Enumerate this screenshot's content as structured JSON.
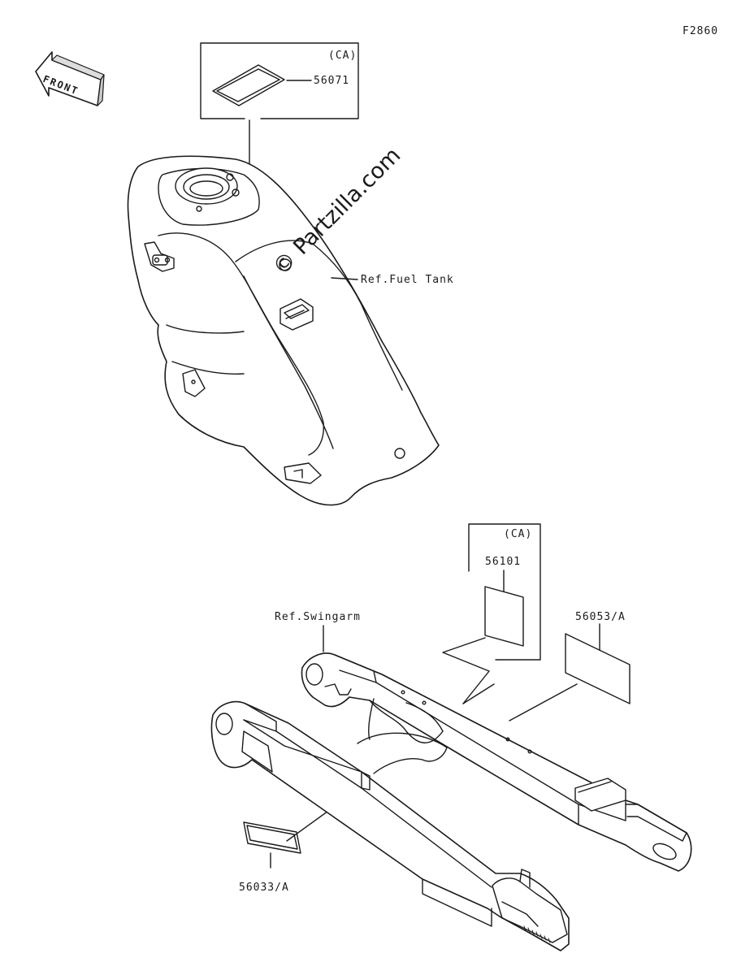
{
  "figure_code": "F2860",
  "front_arrow_label": "FRONT",
  "watermark": "© Partzilla.com",
  "fuel_tank_group": {
    "inset_tag": "(CA)",
    "part_number": "56071",
    "reference": "Ref.Fuel Tank"
  },
  "swingarm_group": {
    "inset_tag": "(CA)",
    "part_number_inset": "56101",
    "part_number_right": "56053/A",
    "part_number_bottom": "56033/A",
    "reference": "Ref.Swingarm"
  }
}
